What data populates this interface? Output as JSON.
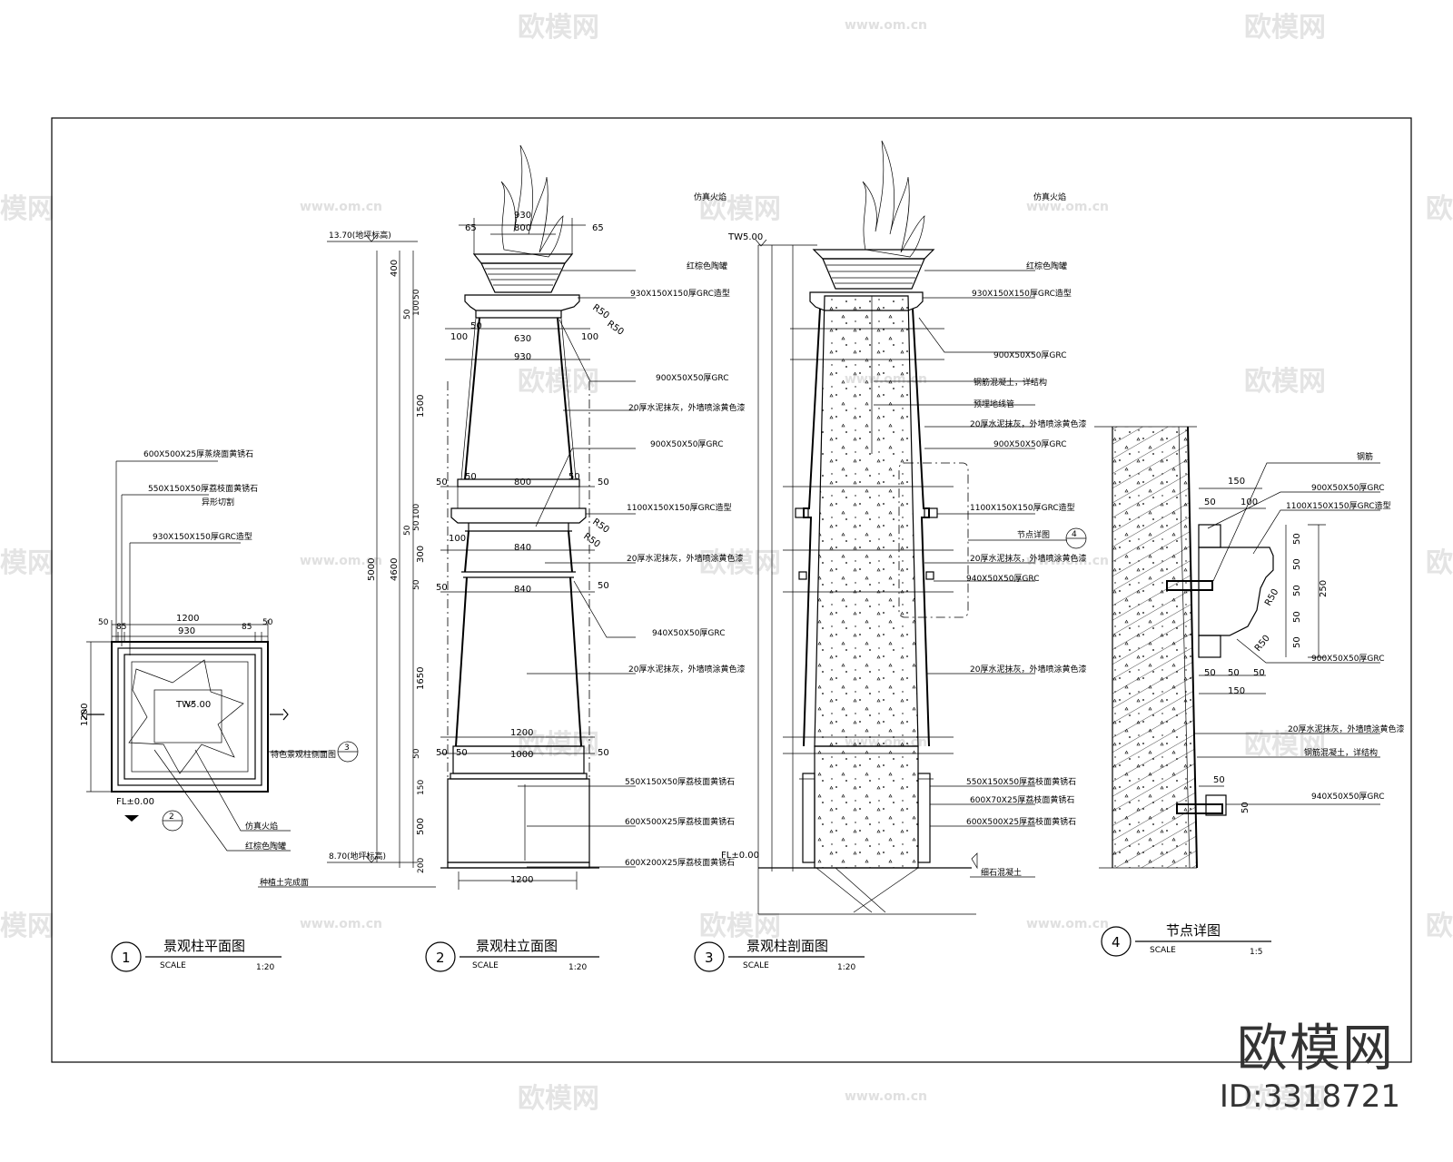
{
  "watermark": {
    "brand": "欧模网",
    "url": "www.om.cn",
    "id_text": "ID:3318721"
  },
  "drawings": [
    {
      "num": "1",
      "title": "景观柱平面图",
      "scale_label": "SCALE",
      "scale": "1:20"
    },
    {
      "num": "2",
      "title": "景观柱立面图",
      "scale_label": "SCALE",
      "scale": "1:20"
    },
    {
      "num": "3",
      "title": "景观柱剖面图",
      "scale_label": "SCALE",
      "scale": "1:20"
    },
    {
      "num": "4",
      "title": "节点详图",
      "scale_label": "SCALE",
      "scale": "1:5"
    }
  ],
  "plan": {
    "dims": {
      "w1200": "1200",
      "w930": "930",
      "d50a": "50",
      "d85a": "85",
      "d85b": "85",
      "d50b": "50",
      "h1200": "1200"
    },
    "labels": [
      "600X500X25厚蒸烧面黄锈石",
      "550X150X50厚荔枝面黄锈石",
      "异形切割",
      "930X150X150厚GRC造型",
      "特色景观柱侧面图",
      "仿真火焰",
      "红棕色陶罐"
    ],
    "tw": "TW5.00",
    "fl": "FL±0.00",
    "ref_a": "3",
    "ref_b": "2"
  },
  "elevation": {
    "levels": {
      "top": "13.70(地坪标高)",
      "bottom": "8.70(地坪标高)",
      "ground": "种植土完成面"
    },
    "dims_top": {
      "a": "65",
      "b": "930",
      "c": "800",
      "d": "65"
    },
    "dims_vert": [
      "400",
      "50",
      "100",
      "50",
      "1500",
      "100",
      "50",
      "50",
      "300",
      "50",
      "1650",
      "50",
      "150",
      "500",
      "200"
    ],
    "total_a": "5000",
    "total_b": "4600",
    "widths": [
      "50",
      "630",
      "100",
      "100",
      "930",
      "50",
      "800",
      "50",
      "50",
      "50",
      "100",
      "840",
      "50",
      "840",
      "50",
      "50",
      "1200",
      "50",
      "1000",
      "50",
      "1200"
    ],
    "radii": [
      "R50",
      "R50",
      "R50",
      "R50"
    ],
    "labels": [
      "仿真火焰",
      "红棕色陶罐",
      "930X150X150厚GRC造型",
      "900X50X50厚GRC",
      "20厚水泥抹灰，外墙喷涂黄色漆",
      "900X50X50厚GRC",
      "1100X150X150厚GRC造型",
      "20厚水泥抹灰，外墙喷涂黄色漆",
      "940X50X50厚GRC",
      "20厚水泥抹灰，外墙喷涂黄色漆",
      "550X150X50厚荔枝面黄锈石",
      "600X500X25厚荔枝面黄锈石",
      "600X200X25厚荔枝面黄锈石"
    ]
  },
  "section": {
    "tw": "TW5.00",
    "fl": "FL±0.00",
    "labels": [
      "仿真火焰",
      "红棕色陶罐",
      "930X150X150厚GRC造型",
      "900X50X50厚GRC",
      "钢筋混凝土，详结构",
      "预埋地线管",
      "20厚水泥抹灰，外墙喷涂黄色漆",
      "900X50X50厚GRC",
      "1100X150X150厚GRC造型",
      "节点详图",
      "20厚水泥抹灰，外墙喷涂黄色漆",
      "940X50X50厚GRC",
      "20厚水泥抹灰，外墙喷涂黄色漆",
      "550X150X50厚荔枝面黄锈石",
      "600X70X25厚荔枝面黄锈石",
      "600X500X25厚荔枝面黄锈石",
      "细石混凝土"
    ],
    "ref": "4"
  },
  "detail": {
    "dims": [
      "150",
      "50",
      "100",
      "50",
      "50",
      "50",
      "50",
      "50",
      "250",
      "R50",
      "R50",
      "50",
      "50",
      "50",
      "150",
      "50",
      "50"
    ],
    "labels": [
      "钢筋",
      "900X50X50厚GRC",
      "1100X150X150厚GRC造型",
      "900X50X50厚GRC",
      "20厚水泥抹灰，外墙喷涂黄色漆",
      "钢筋混凝土，详结构",
      "940X50X50厚GRC"
    ]
  }
}
